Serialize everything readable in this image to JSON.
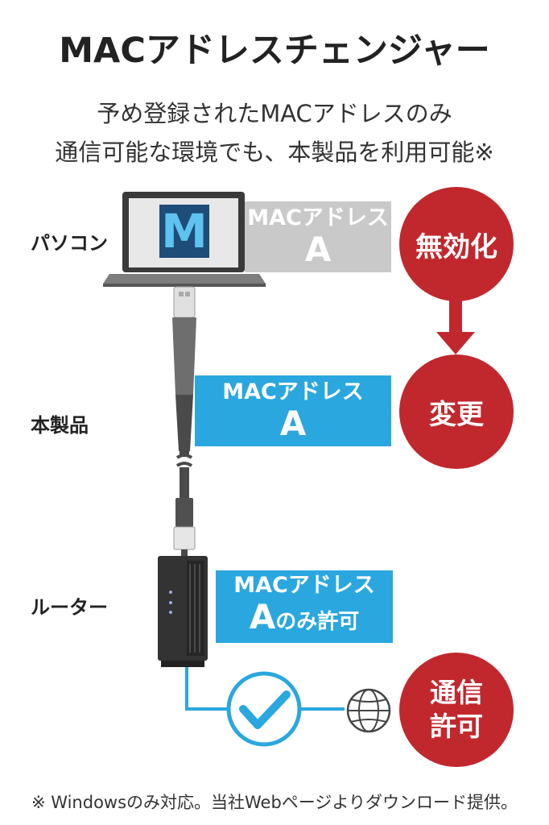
{
  "title": "MACアドレスチェンジャー",
  "subtitle_line1": "予め登録されたMACアドレスのみ",
  "subtitle_line2": "通信可能な環境でも、本製品を利用可能※",
  "rows": {
    "pc": {
      "label": "パソコン",
      "addr_line1": "MACアドレス",
      "addr_line2": "A",
      "status": "無効化"
    },
    "product": {
      "label": "本製品",
      "addr_line1": "MACアドレス",
      "addr_line2": "A",
      "status": "変更"
    },
    "router": {
      "label": "ルーター",
      "addr_line1": "MACアドレス",
      "addr_line2_big": "A",
      "addr_line2_small": "のみ許可"
    }
  },
  "result": {
    "line1": "通信",
    "line2": "許可"
  },
  "screen_logo_letter": "M",
  "footnote": "※ Windowsのみ対応。当社Webページよりダウンロード提供。",
  "colors": {
    "red": "#c0282e",
    "blue": "#2aa7df",
    "gray_box": "#c9c9c9",
    "dark": "#333333"
  },
  "icons": [
    "laptop-icon",
    "usb-adapter-icon",
    "router-icon",
    "check-icon",
    "globe-icon",
    "arrow-down-icon"
  ]
}
